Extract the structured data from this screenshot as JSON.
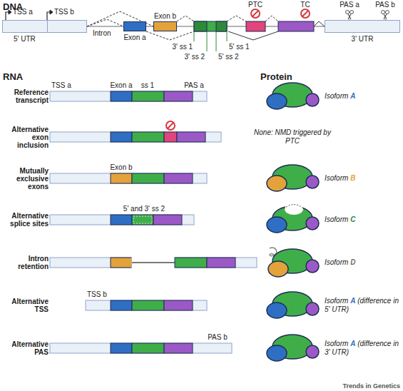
{
  "diagram": {
    "nodes": [
      {
        "text": [
          "5' UTR"
        ]
      },
      {
        "text": [
          "Exon a"
        ]
      },
      {
        "text": [
          "Exon b"
        ]
      },
      {
        "text": [
          "3' UTR"
        ]
      }
    ],
    "edges": [
      {
        "from": 0,
        "to": 1,
        "arrow": "none"
      },
      {
        "from": 0,
        "to": 2,
        "arrow": "none"
      }
    ],
    "labels": [
      "DNA",
      "TSS a",
      "TSS b",
      "Intron",
      "PTC",
      "TC",
      "PAS a",
      "PAS b",
      "3' ss 1",
      "3' ss 2",
      "5' ss 2",
      "5' ss 1",
      "RNA",
      "Protein",
      "Reference transcript",
      "TSS a",
      "Exon a",
      "ss 1",
      "PAS a",
      "Alternative exon inclusion",
      "Mutually exclusive exons",
      "Exon b",
      "Alternative splice sites",
      "5' and 3' ss 2",
      "Intron retention",
      "Alternative TSS",
      "TSS b",
      "Alternative PAS",
      "PAS b",
      "Isoform A",
      "None: NMD triggered by PTC",
      "Isoform B",
      "Isoform C",
      "Isoform D",
      "Isoform A (difference in 5' UTR)",
      "Isoform A (difference in 3' UTR)",
      "Trends in Genetics"
    ]
  }
}
